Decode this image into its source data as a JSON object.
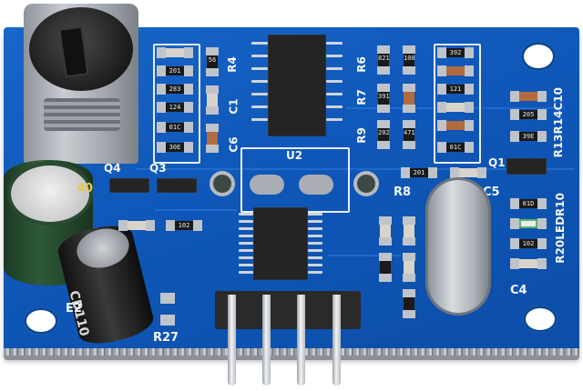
{
  "image": {
    "subject": "Ultrasonic sensor driver PCB (blue) with 4-pin right-angle header",
    "board_color": "#1262c4",
    "silkscreen_color": "#f2f6fb"
  },
  "labels": {
    "r4": "R4",
    "c1": "C1",
    "c6": "C6",
    "r6": "R6",
    "r7": "R7",
    "r9": "R9",
    "u2": "U2",
    "q4": "Q4",
    "q3": "Q3",
    "q1": "Q1",
    "r8": "R8",
    "c5": "C5",
    "c4": "C4",
    "r13": "R13",
    "r14": "R14",
    "c10": "C10",
    "r20": "R20",
    "led": "LED",
    "r10": "R10",
    "e2": "E2",
    "r27": "R27"
  },
  "components": {
    "left_column_resistors": [
      "201",
      "283",
      "124",
      "01C",
      "30E"
    ],
    "r4_code": "56",
    "mid_left_resistors": [
      "821",
      "391",
      "202"
    ],
    "mid_right_resistors": [
      "100",
      "471"
    ],
    "right_column_resistors": [
      "392",
      "121",
      "01C"
    ],
    "r14_code": "205",
    "r13_code": "39E",
    "r8_code": "201",
    "r10_code": "01D",
    "r20_code": "102",
    "bottom_left_resistor": "102",
    "capacitor_e2_marking": "CD110",
    "capacitor_large_marking": "40"
  },
  "header": {
    "pin_count": 4
  }
}
